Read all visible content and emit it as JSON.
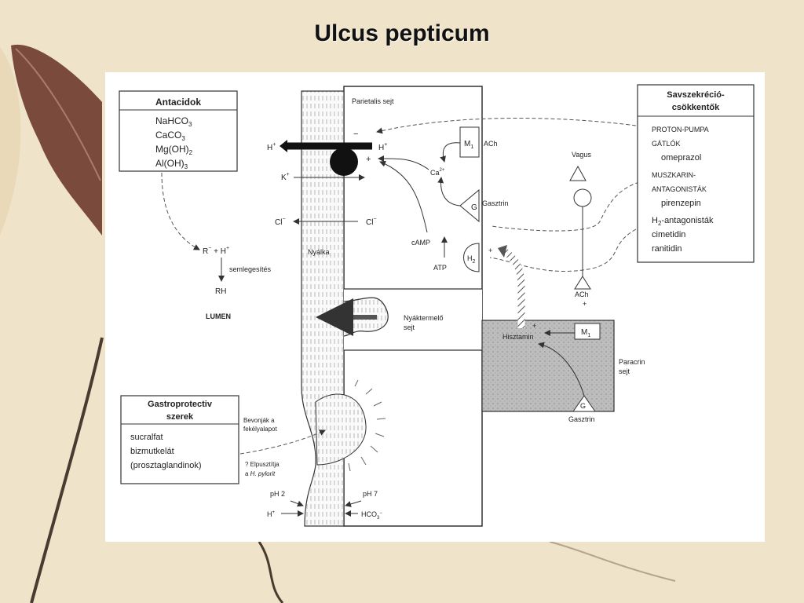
{
  "slide": {
    "title": "Ulcus pepticum"
  },
  "antacids": {
    "heading": "Antacidok",
    "items": [
      {
        "base": "NaHCO",
        "sub": "3"
      },
      {
        "base": "CaCO",
        "sub": "3"
      },
      {
        "base": "Mg(OH)",
        "sub": "2"
      },
      {
        "base": "Al(OH)",
        "sub": "3"
      }
    ]
  },
  "acid_reducers": {
    "heading_line1": "Savszekréció-",
    "heading_line2": "csökkentők",
    "ppi_line1": "PROTON-PUMPA",
    "ppi_line2": "GÁTLÓK",
    "ppi_drug": "omeprazol",
    "musc_line1": "MUSZKARIN-",
    "musc_line2": "ANTAGONISTÁK",
    "musc_drug": "pirenzepin",
    "h2_base": "H",
    "h2_sub": "2",
    "h2_rest": "-antagonisták",
    "h2_drug1": "cimetidin",
    "h2_drug2": "ranitidin"
  },
  "gastroprotective": {
    "heading_line1": "Gastroprotectiv",
    "heading_line2": "szerek",
    "items": [
      "sucralfat",
      "bizmutkelát",
      "(prosztaglandinok)"
    ],
    "coat_line1": "Bevonják a",
    "coat_line2": "fekélyalapot",
    "pylori_line1": "? Elpusztítja",
    "pylori_line2_prefix": "a ",
    "pylori_line2_italic": "H. pylorit"
  },
  "lumen": {
    "neutral_left": "R",
    "neutral_mid": " + H",
    "neutral_action": "semlegesítés",
    "product": "RH",
    "label": "LUMEN"
  },
  "parietal": {
    "label": "Parietalis sejt",
    "h_plus": "H",
    "k_plus": "K",
    "cl_minus": "Cl",
    "plus_sign": "+",
    "minus_sign": "−",
    "ca": "Ca",
    "ca_charge": "2+",
    "camp": "cAMP",
    "atp": "ATP",
    "m1_base": "M",
    "m1_sub": "1",
    "ach": "ACh",
    "g": "G",
    "gastrin": "Gasztrin",
    "h2_base": "H",
    "h2_sub": "2"
  },
  "mucus": {
    "label": "Nyálka",
    "cell_line1": "Nyáktermelő",
    "cell_line2": "sejt",
    "ph_left": "pH 2",
    "ph_right": "pH 7",
    "h_left": "H",
    "hco": "HCO"
  },
  "vagus": {
    "label": "Vagus",
    "ach": "ACh",
    "plus_sign": "+"
  },
  "paracrine": {
    "label_line1": "Paracrin",
    "label_line2": "sejt",
    "histamine": "Hisztamin",
    "m1_base": "M",
    "m1_sub": "1",
    "g": "G",
    "gastrin": "Gasztrin",
    "plus_sign": "+"
  }
}
